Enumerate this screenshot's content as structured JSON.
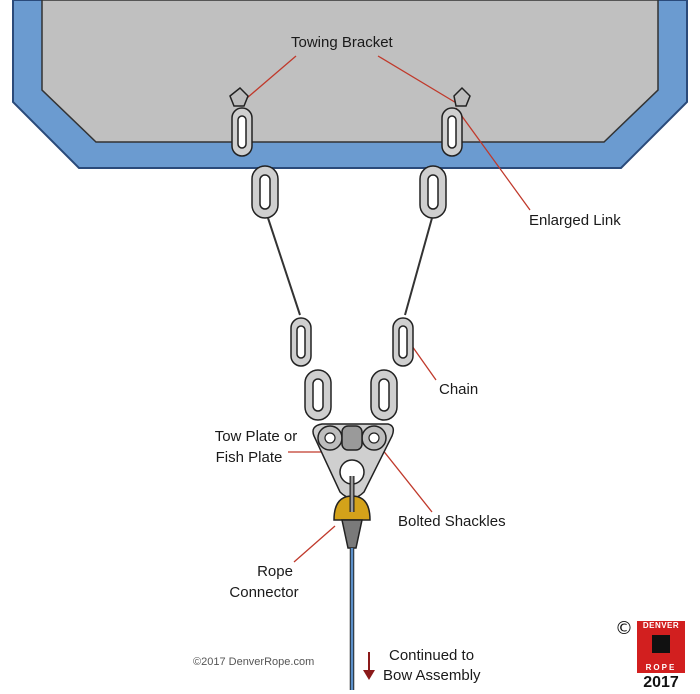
{
  "labels": {
    "towing_bracket": "Towing Bracket",
    "enlarged_link": "Enlarged  Link",
    "chain": "Chain",
    "tow_plate_line1": "Tow Plate or",
    "tow_plate_line2": "Fish Plate",
    "bolted_shackles": "Bolted Shackles",
    "rope_connector_line1": "Rope",
    "rope_connector_line2": "Connector",
    "continued_line1": "Continued to",
    "continued_line2": "Bow Assembly"
  },
  "copyright": "©2017 DenverRope.com",
  "logo": {
    "symbol": "©",
    "top_text": "DENVER",
    "bottom_text": "ROPE",
    "year": "2017"
  },
  "colors": {
    "frame_outer": "#6b9bd0",
    "frame_inner": "#c0c0c0",
    "chain": "#cfcfcf",
    "leader_lines": "#c0392b",
    "rope": "#5b8fc9",
    "connector": "#d4a21a",
    "arrow": "#8b1a1a"
  }
}
